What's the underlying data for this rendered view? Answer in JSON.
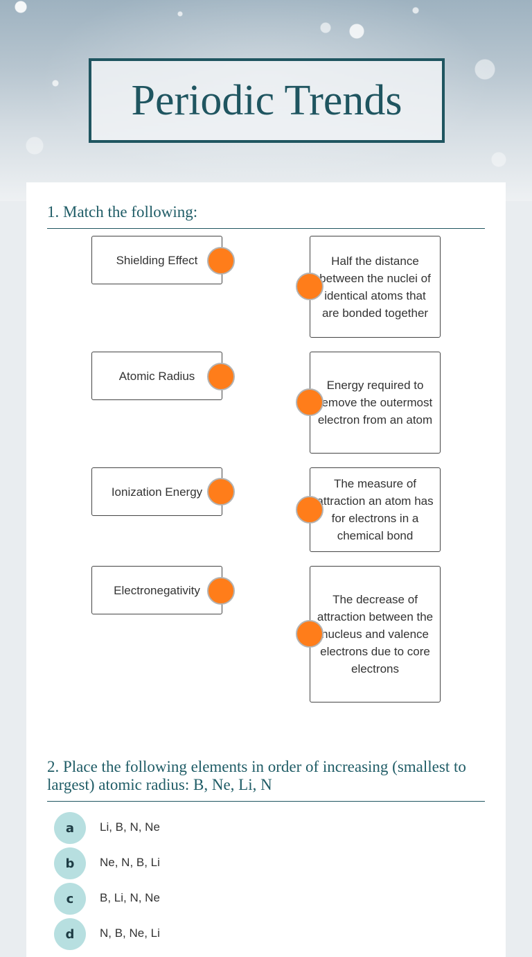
{
  "header": {
    "title": "Periodic Trends"
  },
  "question1": {
    "heading": "1. Match the following:",
    "terms": [
      "Shielding Effect",
      "Atomic Radius",
      "Ionization Energy",
      "Electronegativity"
    ],
    "definitions": [
      "Half the distance between the nuclei of identical atoms that are bonded together",
      "Energy required to remove the outermost electron from an atom",
      "The measure of attraction an atom has for electrons in a chemical bond",
      "The decrease of attraction between the nucleus and valence electrons due to core electrons"
    ]
  },
  "question2": {
    "heading": "2. Place the following elements in order of increasing (smallest to largest) atomic radius:  B, Ne, Li, N",
    "options": [
      {
        "letter": "a",
        "text": "Li, B, N, Ne"
      },
      {
        "letter": "b",
        "text": "Ne, N, B, Li"
      },
      {
        "letter": "c",
        "text": "B, Li, N, Ne"
      },
      {
        "letter": "d",
        "text": "N, B, Ne, Li"
      }
    ]
  },
  "colors": {
    "accent": "#1f5560",
    "connector": "#ff7d1a",
    "option_badge": "#b7dfe0"
  },
  "icons": {
    "connector": "match-connector-icon"
  }
}
